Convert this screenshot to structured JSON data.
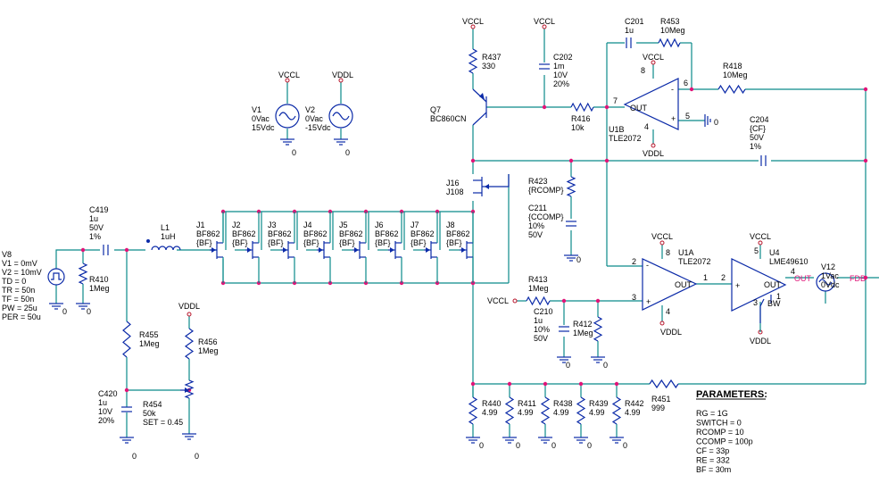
{
  "colors": {
    "wire": "#0b8a8a",
    "part": "#0b2aa8",
    "text": "#000000",
    "net": "#b8142a",
    "label": "#e01478"
  },
  "rails": {
    "vccl": "VCCL",
    "vddl": "VDDL",
    "zero": "0",
    "fdb": "FDB",
    "out": "OUT"
  },
  "sources": [
    {
      "id": "v1",
      "lines": [
        "V1",
        "0Vac",
        "15Vdc"
      ]
    },
    {
      "id": "v2",
      "lines": [
        "V2",
        "0Vac",
        "-15Vdc"
      ]
    },
    {
      "id": "v8",
      "lines": [
        "V8",
        "V1 = 0mV",
        "V2 = 10mV",
        "TD = 0",
        "TR = 50n",
        "TF = 50n",
        "PW = 25u",
        "PER = 50u"
      ]
    },
    {
      "id": "v12",
      "lines": [
        "V12",
        "1Vac",
        "0Vdc"
      ]
    }
  ],
  "parts": [
    {
      "id": "c419",
      "lines": [
        "C419",
        "1u",
        "50V",
        "1%"
      ]
    },
    {
      "id": "r410",
      "lines": [
        "R410",
        "1Meg"
      ]
    },
    {
      "id": "l1",
      "lines": [
        "L1",
        "1uH"
      ]
    },
    {
      "id": "r455",
      "lines": [
        "R455",
        "1Meg"
      ]
    },
    {
      "id": "r456",
      "lines": [
        "R456",
        "1Meg"
      ]
    },
    {
      "id": "c420",
      "lines": [
        "C420",
        "1u",
        "10V",
        "20%"
      ]
    },
    {
      "id": "r454",
      "lines": [
        "R454",
        "50k",
        "SET = 0.45"
      ]
    },
    {
      "id": "r437",
      "lines": [
        "R437",
        "330"
      ]
    },
    {
      "id": "q7",
      "lines": [
        "Q7",
        "BC860CN"
      ]
    },
    {
      "id": "c202",
      "lines": [
        "C202",
        "1m",
        "10V",
        "20%"
      ]
    },
    {
      "id": "c201",
      "lines": [
        "C201",
        "1u"
      ]
    },
    {
      "id": "r453",
      "lines": [
        "R453",
        "10Meg"
      ]
    },
    {
      "id": "r416",
      "lines": [
        "R416",
        "10k"
      ]
    },
    {
      "id": "u1b",
      "lines": [
        "U1B",
        "TLE2072"
      ]
    },
    {
      "id": "r418",
      "lines": [
        "R418",
        "10Meg"
      ]
    },
    {
      "id": "c204",
      "lines": [
        "C204",
        "{CF}",
        "50V",
        "1%"
      ]
    },
    {
      "id": "j16",
      "lines": [
        "J16",
        "J108"
      ]
    },
    {
      "id": "r423",
      "lines": [
        "R423",
        "{RCOMP}"
      ]
    },
    {
      "id": "c211",
      "lines": [
        "C211",
        "{CCOMP}",
        "10%",
        "50V"
      ]
    },
    {
      "id": "r413",
      "lines": [
        "R413",
        "1Meg"
      ]
    },
    {
      "id": "c210",
      "lines": [
        "C210",
        "1u",
        "10%",
        "50V"
      ]
    },
    {
      "id": "r412",
      "lines": [
        "R412",
        "1Meg"
      ]
    },
    {
      "id": "u1a",
      "lines": [
        "U1A",
        "TLE2072"
      ]
    },
    {
      "id": "u4",
      "lines": [
        "U4",
        "LME49610"
      ]
    },
    {
      "id": "r440",
      "lines": [
        "R440",
        "4.99"
      ]
    },
    {
      "id": "r411",
      "lines": [
        "R411",
        "4.99"
      ]
    },
    {
      "id": "r438",
      "lines": [
        "R438",
        "4.99"
      ]
    },
    {
      "id": "r439",
      "lines": [
        "R439",
        "4.99"
      ]
    },
    {
      "id": "r442",
      "lines": [
        "R442",
        "4.99"
      ]
    },
    {
      "id": "r451",
      "lines": [
        "R451",
        "999"
      ]
    }
  ],
  "jfets": [
    {
      "id": "j1",
      "lines": [
        "J1",
        "BF862",
        "{BF}"
      ]
    },
    {
      "id": "j2",
      "lines": [
        "J2",
        "BF862",
        "{BF}"
      ]
    },
    {
      "id": "j3",
      "lines": [
        "J3",
        "BF862",
        "{BF}"
      ]
    },
    {
      "id": "j4",
      "lines": [
        "J4",
        "BF862",
        "{BF}"
      ]
    },
    {
      "id": "j5",
      "lines": [
        "J5",
        "BF862",
        "{BF}"
      ]
    },
    {
      "id": "j6",
      "lines": [
        "J6",
        "BF862",
        "{BF}"
      ]
    },
    {
      "id": "j7",
      "lines": [
        "J7",
        "BF862",
        "{BF}"
      ]
    },
    {
      "id": "j8",
      "lines": [
        "J8",
        "BF862",
        "{BF}"
      ]
    }
  ],
  "pins": {
    "u1b": {
      "inv": "-",
      "noninv": "+",
      "out": "OUT",
      "p8": "8",
      "p4": "4",
      "p7": "7",
      "p6": "6",
      "p5": "5"
    },
    "u1a": {
      "inv": "-",
      "noninv": "+",
      "out": "OUT",
      "p8": "8",
      "p4": "4",
      "p1": "1",
      "p2": "2",
      "p3": "3"
    },
    "u4": {
      "in": "+",
      "out": "OUT",
      "bw": "BW",
      "p5": "5",
      "p3": "3",
      "p1": "1",
      "p2": "2",
      "p4": "4"
    }
  },
  "parameters": {
    "title": "PARAMETERS:",
    "items": [
      "RG = 1G",
      "SWITCH = 0",
      "RCOMP = 10",
      "CCOMP = 100p",
      "CF = 33p",
      "RE = 332",
      "BF = 30m"
    ]
  }
}
